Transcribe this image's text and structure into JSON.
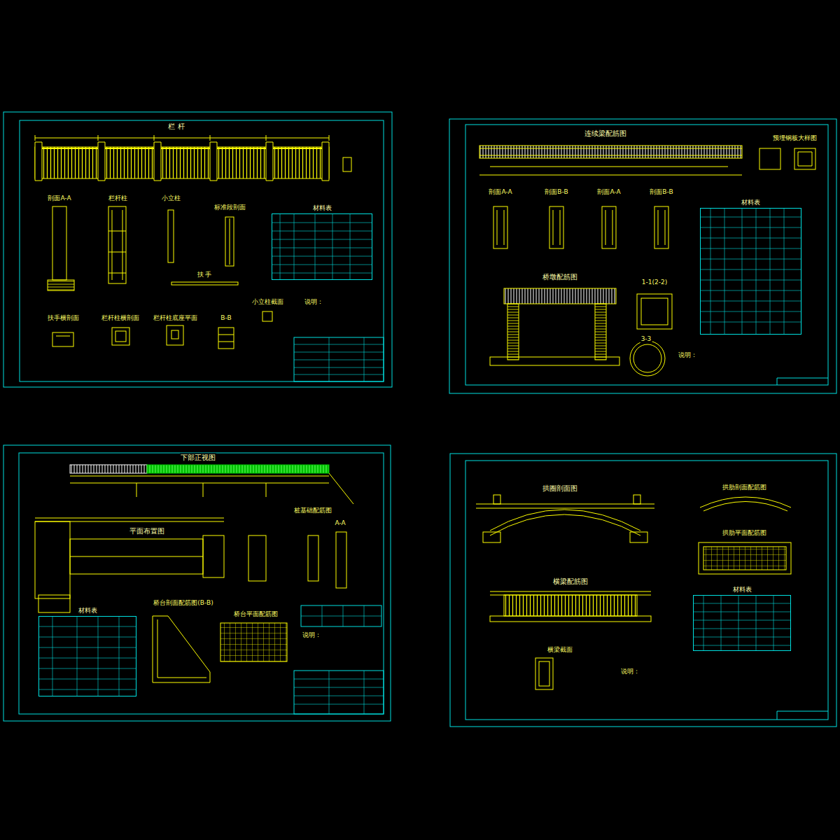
{
  "diagram": {
    "nodes": [
      {
        "text": [
          "材料表"
        ]
      },
      {
        "text": [
          "材料表"
        ]
      },
      {
        "text": [
          "材料表"
        ]
      },
      {
        "text": [
          "材料表"
        ]
      }
    ],
    "labels": [
      "栏 杆",
      "剖面A-A",
      "栏杆柱",
      "小立柱",
      "标准段剖面",
      "扶 手",
      "扶手横剖面",
      "栏杆柱横剖面",
      "栏杆柱底座平面",
      "B-B",
      "小立柱截面",
      "说明：",
      "连续梁配筋图",
      "预埋钢板大样图",
      "剖面A-A",
      "剖面B-B",
      "剖面A-A",
      "剖面B-B",
      "桥墩配筋图",
      "1-1(2-2)",
      "3-3",
      "说明：",
      "下部正视图",
      "平面布置图",
      "桩基础配筋图",
      "A-A",
      "桥台剖面配筋图(B-B)",
      "桥台平面配筋图",
      "说明：",
      "拱圈剖面图",
      "拱肋剖面配筋图",
      "拱肋平面配筋图",
      "横梁配筋图",
      "横梁截面",
      "说明："
    ]
  }
}
